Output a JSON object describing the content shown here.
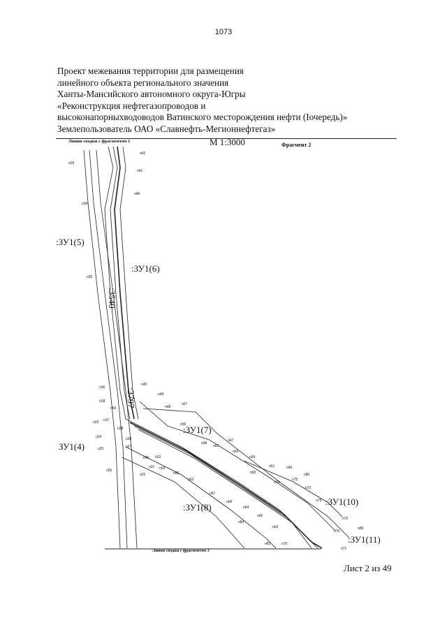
{
  "page_number": "1073",
  "header_lines": [
    "Проект межевания территории для размещения",
    "линейного объекта регионального значения",
    "Ханты-Мансийского автономного округа-Югры",
    "«Реконструкция нефтегазопроводов и",
    "высоконапорныхводоводов Ватинского месторождения нефти (Iочередь)»",
    "Землепользователь ОАО «Славнефть-Мегионнефтегаз»"
  ],
  "map": {
    "top_label": "Линия сводки с фрагментом 1",
    "scale": "М 1:3000",
    "fragment": "Фрагмент 2",
    "bottom_label": "Линия сводки с фрагментом 3",
    "parcels": [
      ":ЗУ1(5)",
      ":ЗУ1(6)",
      ":ЗУ1(7)",
      "ЗУ1(4)",
      ":ЗУ1(8)",
      ":ЗУ1(10)",
      ":ЗУ1(11)"
    ],
    "cadastral": [
      ":3540",
      ":3797"
    ],
    "points": [
      "n42",
      "n29",
      "n41",
      "n44",
      "n34",
      "n35",
      "n36",
      "n45",
      "n28",
      "n49",
      "n48",
      "n57",
      "n50",
      "n23",
      "n37",
      "n38",
      "n56",
      "n24",
      "n39",
      "n27",
      "n58",
      "n47",
      "n25",
      "n26",
      "n40",
      "n52",
      "n62",
      "n54",
      "n22",
      "n31",
      "n53",
      "n55",
      "n59",
      "n63",
      "n60",
      "n61",
      "n46",
      "n74",
      "n75",
      "n80",
      "n73",
      "n67",
      "n69",
      "n79",
      "n64",
      "n84",
      "n65",
      "n72",
      "n62",
      "n89",
      "n76",
      "n81",
      "n70",
      "n71"
    ],
    "colors": {
      "line": "#222222",
      "text": "#111111"
    }
  },
  "footer": "Лист 2 из 49"
}
